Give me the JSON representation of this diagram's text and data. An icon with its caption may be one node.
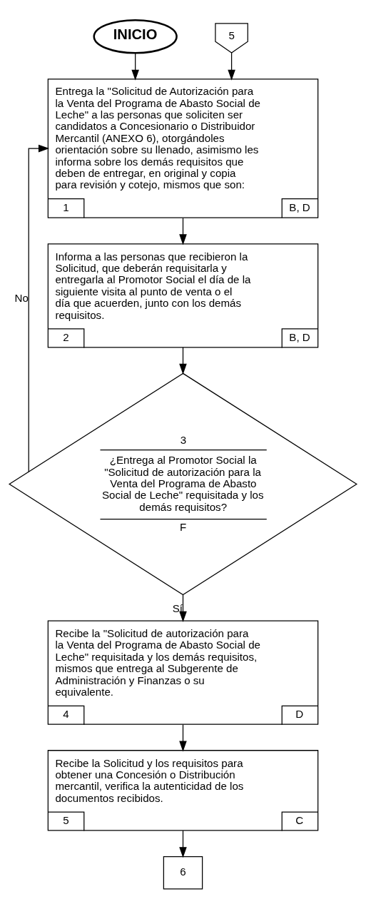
{
  "diagram": {
    "nodes": [
      {
        "text": [
          "INICIO"
        ]
      },
      {
        "text": [
          "5"
        ]
      },
      {
        "text": [
          "Entrega la \"Solicitud de Autorización para la Venta del Programa de Abasto Social de Leche\" a las personas que soliciten ser candidatos a Concesionario o Distribuidor Mercantil (ANEXO 6), otorgándoles orientación sobre su llenado, asimismo les informa sobre los demás requisitos que deben de entregar, en original y copia para revisión y cotejo, mismos que son:",
          "1",
          "B, D"
        ]
      },
      {
        "text": [
          "Informa a las personas que recibieron la Solicitud, que deberán requisitarla y entregarla al Promotor Social el día de la siguiente visita al punto de venta o el día que acuerden, junto con los demás requisitos.",
          "2",
          "B, D"
        ]
      },
      {
        "text": [
          "3",
          "¿Entrega al Promotor Social la \"Solicitud de autorización para la Venta del Programa de Abasto Social de Leche\" requisitada y los demás requisitos?",
          "F"
        ]
      },
      {
        "text": [
          "Recibe la \"Solicitud de autorización para la Venta del Programa de Abasto Social de Leche\" requisitada y los demás requisitos, mismos que entrega al Subgerente de Administración y Finanzas o su equivalente.",
          "4",
          "D"
        ]
      },
      {
        "text": [
          "Recibe la Solicitud y los requisitos para obtener una Concesión o Distribución mercantil, verifica la autenticidad de los documentos recibidos.",
          "5",
          "C"
        ]
      },
      {
        "text": [
          "6"
        ]
      }
    ],
    "edges": [
      {
        "from": 0,
        "to": 2,
        "arrow": "to"
      },
      {
        "from": 1,
        "to": 2,
        "arrow": "to"
      },
      {
        "from": 2,
        "to": 3,
        "arrow": "to"
      },
      {
        "from": 3,
        "to": 4,
        "arrow": "to"
      },
      {
        "from": 4,
        "to": 2,
        "arrow": "to",
        "label": "No"
      },
      {
        "from": 4,
        "to": 5,
        "arrow": "to",
        "label": "Sí"
      },
      {
        "from": 5,
        "to": 6,
        "arrow": "to"
      },
      {
        "from": 6,
        "to": 7,
        "arrow": "to"
      }
    ]
  }
}
